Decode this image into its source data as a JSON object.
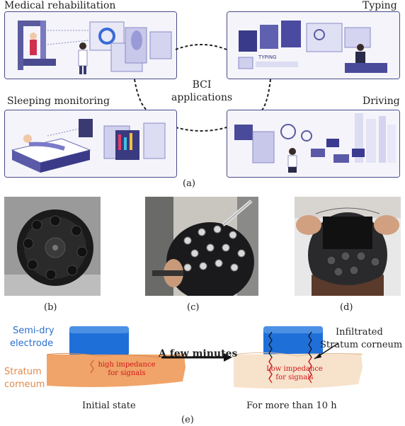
{
  "panel_a": {
    "labels": {
      "medical": "Medical rehabilitation",
      "typing": "Typing",
      "sleeping": "Sleeping monitoring",
      "driving": "Driving",
      "center_line1": "BCI",
      "center_line2": "applications"
    },
    "typing_illustration_text": "TYPING",
    "caption": "(a)"
  },
  "photo_captions": {
    "b": "(b)",
    "c": "(c)",
    "d": "(d)"
  },
  "panel_e": {
    "semi_dry_line1": "Semi-dry",
    "semi_dry_line2": "electrode",
    "stratum_line1": "Stratum",
    "stratum_line2": "corneum",
    "high_imp_line1": "high impedance",
    "high_imp_line2": "for signals",
    "arrow_label": "A few minutes",
    "infiltrated_line1": "Infiltrated",
    "infiltrated_line2": "Stratum corneum",
    "low_imp_line1": "Low impedance",
    "low_imp_line2": "for signals",
    "initial_state": "Initial state",
    "after_state": "For more than 10 h",
    "caption": "(e)"
  },
  "colors": {
    "electrode_blue": "#1f6fd8",
    "skin_orange": "#f0a46a",
    "skin_light": "#f7e2cc",
    "impedance_red": "#d01818",
    "panel_border": "#4a4a8a"
  }
}
